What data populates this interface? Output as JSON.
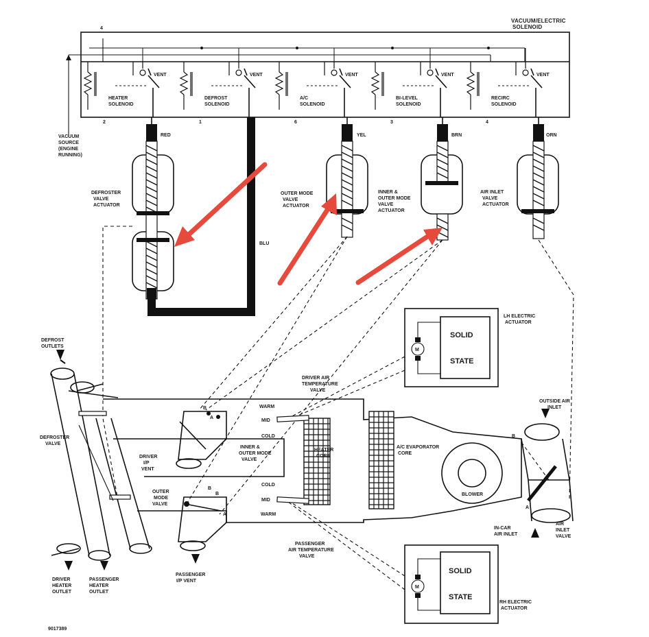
{
  "solenoid_pack": {
    "title_line1": "VACUUM/ELECTRIC",
    "title_line2": "SOLENOID",
    "vent_label": "VENT",
    "solenoids": [
      {
        "name_line1": "HEATER",
        "name_line2": "SOLENOID",
        "pin": "2"
      },
      {
        "name_line1": "DEFROST",
        "name_line2": "SOLENOID",
        "pin": "1"
      },
      {
        "name_line1": "A/C",
        "name_line2": "SOLENOID",
        "pin": "6"
      },
      {
        "name_line1": "BI-LEVEL",
        "name_line2": "SOLENOID",
        "pin": "3"
      },
      {
        "name_line1": "RECIRC",
        "name_line2": "SOLENOID",
        "pin": "4"
      }
    ],
    "top_pin": "4"
  },
  "vacuum_source": [
    "VACUUM",
    "SOURCE",
    "(ENGINE",
    "RUNNING)"
  ],
  "hose_colors": {
    "red": "RED",
    "yel": "YEL",
    "brn": "BRN",
    "orn": "ORN",
    "blu": "BLU"
  },
  "actuators": {
    "defroster": [
      "DEFROSTER",
      "VALVE",
      "ACTUATOR"
    ],
    "outer_mode": [
      "OUTER MODE",
      "VALVE",
      "ACTUATOR"
    ],
    "inner_outer": [
      "INNER &",
      "OUTER MODE",
      "VALVE",
      "ACTUATOR"
    ],
    "air_inlet": [
      "AIR INLET",
      "VALVE",
      "ACTUATOR"
    ]
  },
  "electric_actuators": {
    "lh": {
      "label": [
        "LH ELECTRIC",
        "ACTUATOR"
      ],
      "box_line1": "SOLID",
      "box_line2": "STATE",
      "motor": "M"
    },
    "rh": {
      "label": [
        "RH ELECTRIC",
        "ACTUATOR"
      ],
      "box_line1": "SOLID",
      "box_line2": "STATE",
      "motor": "M"
    }
  },
  "hvac_labels": {
    "defrost_outlets": [
      "DEFROST",
      "OUTLETS"
    ],
    "defroster_valve": [
      "DEFROSTER",
      "VALVE"
    ],
    "driver_ip_vent": [
      "DRIVER",
      "I/P",
      "VENT"
    ],
    "outer_mode_valve": [
      "OUTER",
      "MODE",
      "VALVE"
    ],
    "inner_outer_mode_valve": [
      "INNER &",
      "OUTER MODE",
      "VALVE"
    ],
    "driver_air_temp_valve": [
      "DRIVER AIR",
      "TEMPERATURE",
      "VALVE"
    ],
    "passenger_air_temp_valve": [
      "PASSENGER",
      "AIR TEMPERATURE",
      "VALVE"
    ],
    "heater_core": [
      "HEATER",
      "CORE"
    ],
    "ac_evaporator_core": [
      "A/C EVAPORATOR",
      "CORE"
    ],
    "blower": "BLOWER",
    "outside_air_inlet": [
      "OUTSIDE AIR",
      "INLET"
    ],
    "in_car_air_inlet": [
      "IN-CAR",
      "AIR INLET"
    ],
    "air_inlet_valve": [
      "AIR",
      "INLET",
      "VALVE"
    ],
    "driver_heater_outlet": [
      "DRIVER",
      "HEATER",
      "OUTLET"
    ],
    "passenger_heater_outlet": [
      "PASSENGER",
      "HEATER",
      "OUTLET"
    ],
    "passenger_ip_vent": [
      "PASSENGER",
      "I/P VENT"
    ],
    "temp_positions": {
      "warm": "WARM",
      "mid": "MID",
      "cold": "COLD"
    },
    "valve_letters": {
      "a": "A",
      "b": "B"
    }
  },
  "footer_code": "9017389",
  "highlight_color": "#e64a3c"
}
